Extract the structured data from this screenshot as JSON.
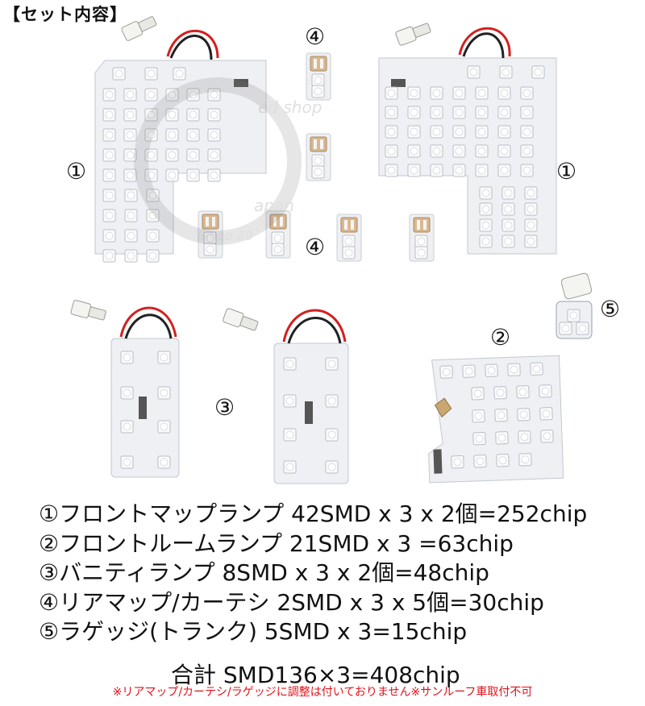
{
  "title": "【セット内容】",
  "markers": {
    "m1_left": "①",
    "m1_right": "①",
    "m2": "②",
    "m3": "③",
    "m4_top": "④",
    "m4_mid": "④",
    "m5": "⑤"
  },
  "watermark": {
    "line1": "ed shop",
    "line2": "apan",
    "line3": "Since 20"
  },
  "specs": [
    "①フロントマップランプ 42SMD x 3 x 2個=252chip",
    "②フロントルームランプ 21SMD x 3 =63chip",
    "③バニティランプ 8SMD x 3 x 2個=48chip",
    "④リアマップ/カーテシ 2SMD x 3 x 5個=30chip",
    "⑤ラゲッジ(トランク) 5SMD x 3=15chip"
  ],
  "total": "合計 SMD136×3=408chip",
  "note": "※リアマップ/カーテシ/ラゲッジに調整は付いておりません※サンルーフ車取付不可",
  "colors": {
    "note": "#e0121a",
    "board": "#eef0f4",
    "led": "#ffffff",
    "wire_red": "#d32020"
  }
}
